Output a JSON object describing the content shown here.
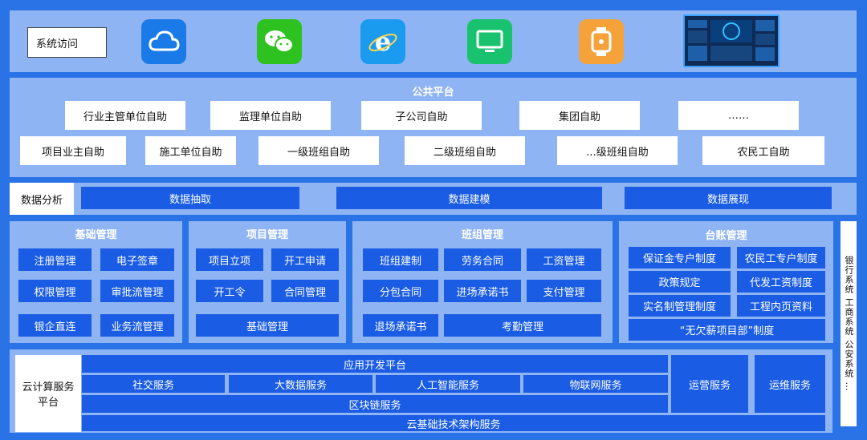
{
  "access": {
    "label": "系统访问",
    "icons": [
      {
        "name": "cloud-icon",
        "color": "#1a7ae8"
      },
      {
        "name": "wechat-icon",
        "color": "#2dc21f"
      },
      {
        "name": "ie-browser-icon",
        "color": "#1a9bf0"
      },
      {
        "name": "monitor-icon",
        "color": "#18c26f"
      },
      {
        "name": "smartwatch-icon",
        "color": "#f5a23a"
      },
      {
        "name": "dashboard-screen-icon",
        "color": "#0e2a55"
      }
    ]
  },
  "public_platform": {
    "title": "公共平台",
    "row1": [
      "行业主管单位自助",
      "监理单位自助",
      "子公司自助",
      "集团自助",
      "……"
    ],
    "row2": [
      "项目业主自助",
      "施工单位自助",
      "一级班组自助",
      "二级班组自助",
      "...级班组自助",
      "农民工自助"
    ]
  },
  "data_analysis": {
    "label": "数据分析",
    "items": [
      "数据抽取",
      "数据建模",
      "数据展现"
    ]
  },
  "basic_mgmt": {
    "title": "基础管理",
    "items": [
      "注册管理",
      "电子签章",
      "权限管理",
      "审批流管理",
      "银企直连",
      "业务流管理"
    ]
  },
  "project_mgmt": {
    "title": "项目管理",
    "items": [
      "项目立项",
      "开工申请",
      "开工令",
      "合同管理",
      "基础管理"
    ]
  },
  "team_mgmt": {
    "title": "班组管理",
    "items": [
      "班组建制",
      "劳务合同",
      "工资管理",
      "分包合同",
      "进场承诺书",
      "支付管理",
      "退场承诺书",
      "考勤管理"
    ]
  },
  "ledger_mgmt": {
    "title": "台账管理",
    "items": [
      "保证金专户制度",
      "农民工专户制度",
      "政策规定",
      "代发工资制度",
      "实名制管理制度",
      "工程内页资料",
      "“无欠薪项目部”制度"
    ]
  },
  "side_systems": "银行系统 工商系统 公安系统 …",
  "cloud": {
    "label": "云计算服务平台",
    "app_platform": "应用开发平台",
    "services": [
      "社交服务",
      "大数据服务",
      "人工智能服务",
      "物联网服务"
    ],
    "blockchain": "区块链服务",
    "infrastructure": "云基础技术架构服务",
    "ops": "运营服务",
    "maintenance": "运维服务"
  }
}
